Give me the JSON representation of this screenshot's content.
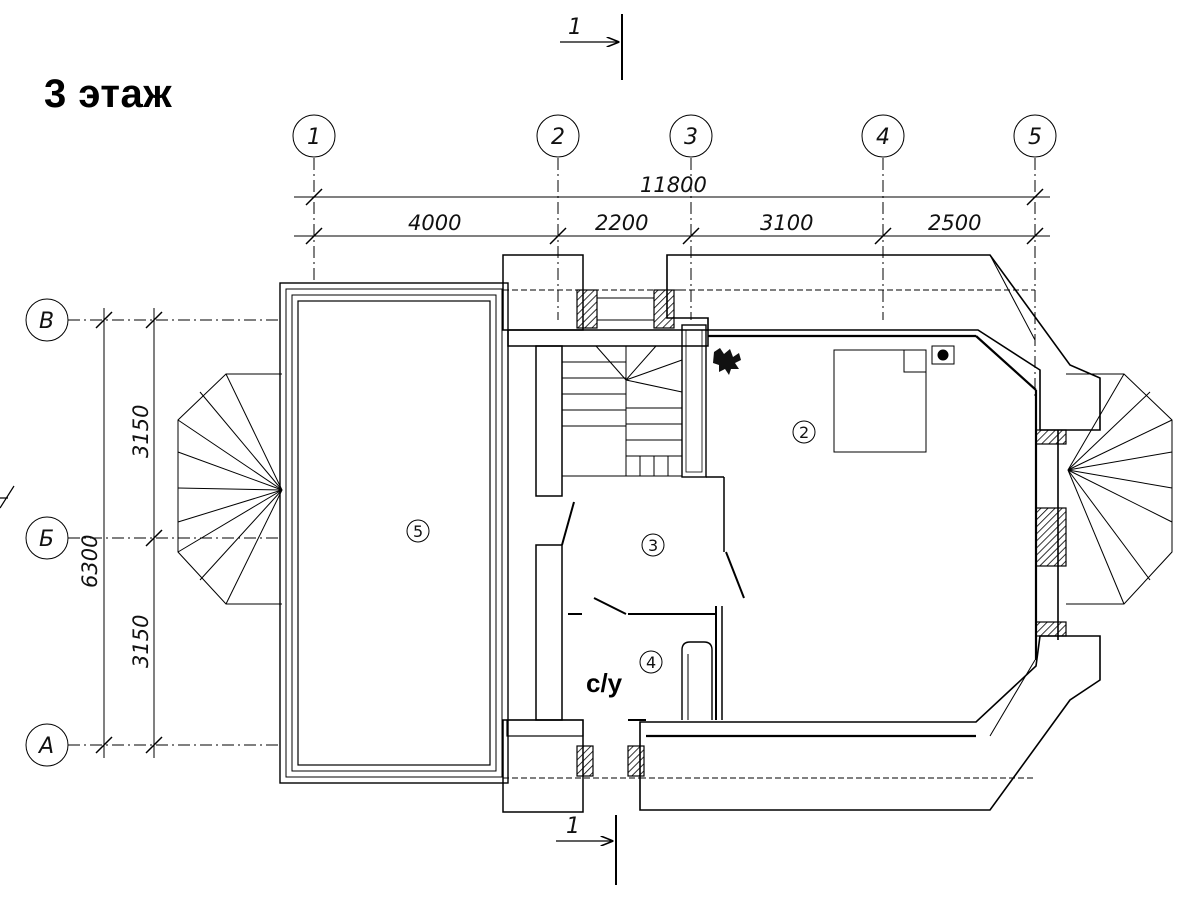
{
  "floor_title": "3 этаж",
  "section_mark": "1",
  "axes_vertical": [
    "1",
    "2",
    "3",
    "4",
    "5"
  ],
  "axes_horizontal": [
    "В",
    "Б",
    "А"
  ],
  "dimensions": {
    "overall_width": "11800",
    "spans": [
      "4000",
      "2200",
      "3100",
      "2500"
    ],
    "overall_depth": "6300",
    "depth_spans": [
      "3150",
      "3150"
    ]
  },
  "rooms": {
    "room_2": "2",
    "room_3": "3",
    "room_4": "4",
    "room_5": "5",
    "bathroom_label": "с/у"
  }
}
